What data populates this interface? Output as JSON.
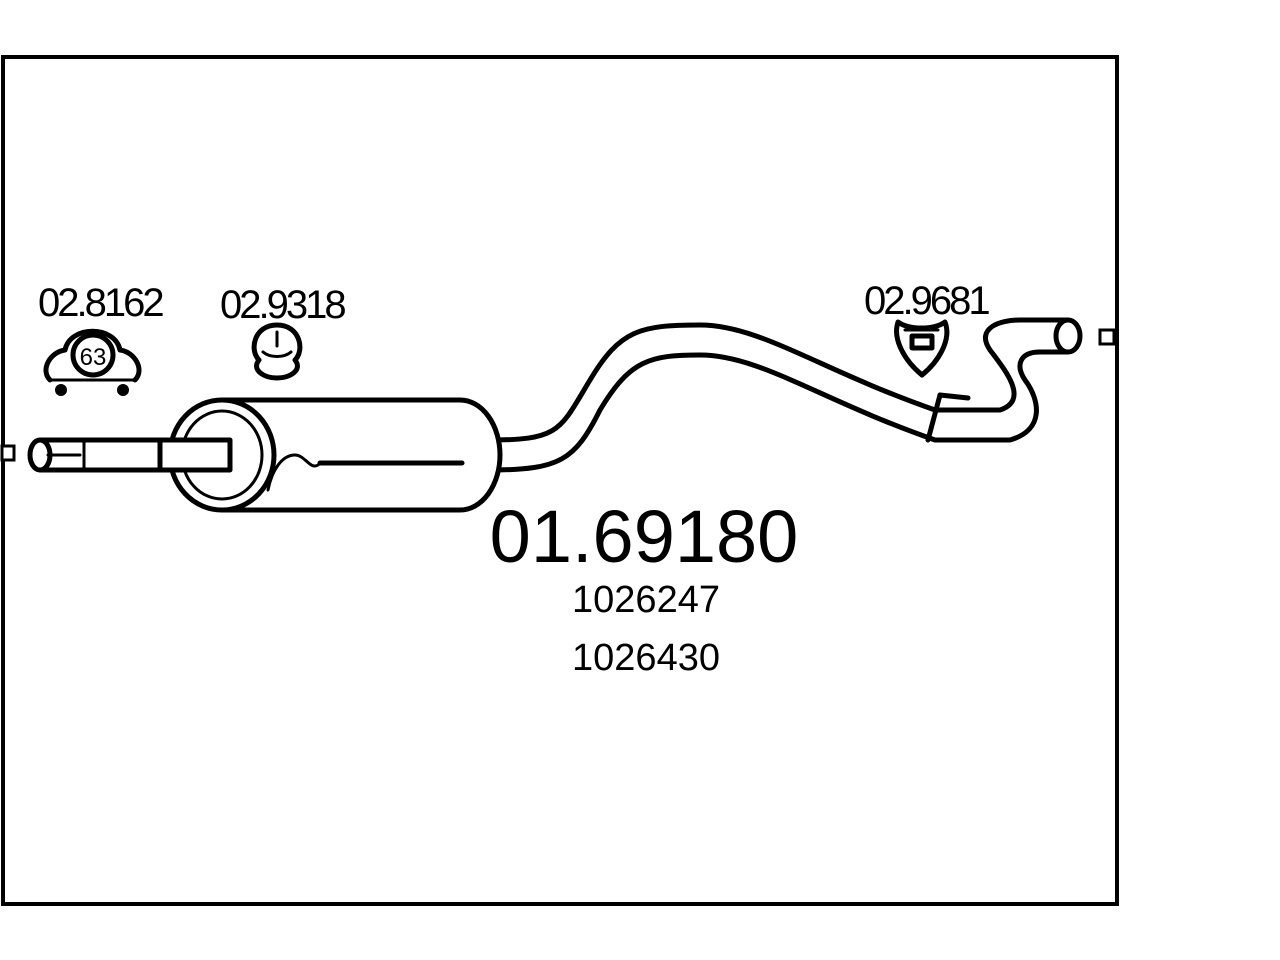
{
  "diagram": {
    "main_part_number": "01.69180",
    "oem_numbers": [
      "1026247",
      "1026430"
    ],
    "callouts": {
      "clamp": {
        "part": "02.8162",
        "badge": "63"
      },
      "rubber_mount_left": {
        "part": "02.9318"
      },
      "rubber_mount_right": {
        "part": "02.9681"
      }
    },
    "colors": {
      "stroke": "#000000",
      "background": "#ffffff"
    }
  }
}
